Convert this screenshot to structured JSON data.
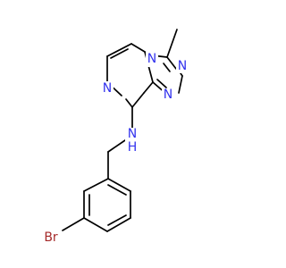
{
  "molecule": {
    "atoms": {
      "n_ring_top": "N",
      "n_pyrazine": "N",
      "n_triazole_1": "N",
      "n_triazole_2": "N",
      "n_amine": "N",
      "h_amine": "H",
      "br": "Br"
    }
  },
  "colors": {
    "bond": "#000000",
    "nitrogen": "#3333ee",
    "bromine": "#a52a2a",
    "background": "#ffffff"
  }
}
